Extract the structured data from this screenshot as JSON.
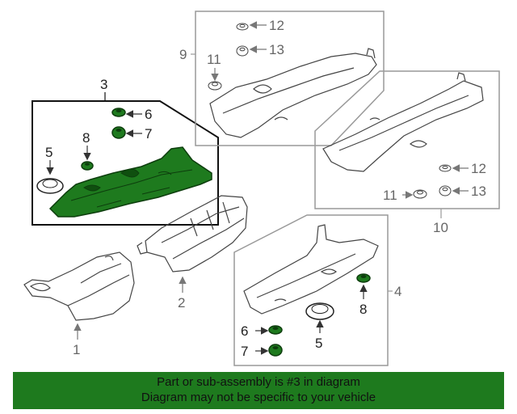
{
  "diagram": {
    "callouts": {
      "c1": "1",
      "c2": "2",
      "c3": "3",
      "c4": "4",
      "c5a": "5",
      "c5b": "5",
      "c6a": "6",
      "c6b": "6",
      "c7a": "7",
      "c7b": "7",
      "c8a": "8",
      "c8b": "8",
      "c9": "9",
      "c10": "10",
      "c11a": "11",
      "c11b": "11",
      "c12a": "12",
      "c12b": "12",
      "c13a": "13",
      "c13b": "13"
    },
    "highlight_color": "#1e7a1e",
    "line_color": "#8a8a8a"
  },
  "banner": {
    "line1": "Part or sub-assembly is #3 in diagram",
    "line2": "Diagram may not be specific to your vehicle",
    "background": "#1e7a1e"
  }
}
